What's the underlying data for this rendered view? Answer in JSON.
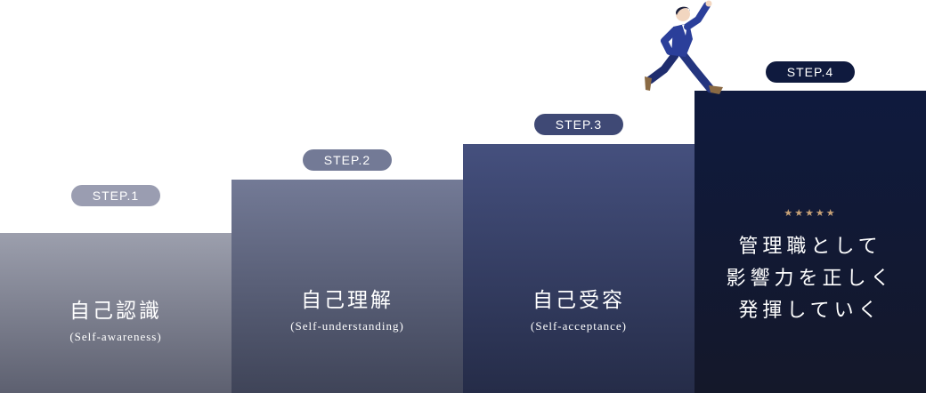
{
  "steps": [
    {
      "label": "STEP.1",
      "title": "自己認識",
      "subtitle": "(Self-awareness)"
    },
    {
      "label": "STEP.2",
      "title": "自己理解",
      "subtitle": "(Self-understanding)"
    },
    {
      "label": "STEP.3",
      "title": "自己受容",
      "subtitle": "(Self-acceptance)"
    },
    {
      "label": "STEP.4",
      "stars": "★★★★★",
      "lines": [
        "管理職として",
        "影響力を正しく",
        "発揮していく"
      ]
    }
  ],
  "colors": {
    "step1": "#9a9db1",
    "step2": "#737a96",
    "step3": "#3f4975",
    "step4": "#0f1a3e",
    "star": "#c8a277",
    "suit": "#2b3f9a"
  },
  "icons": {
    "runner": "running-businessman-illustration",
    "stars": "five-star-rating"
  }
}
